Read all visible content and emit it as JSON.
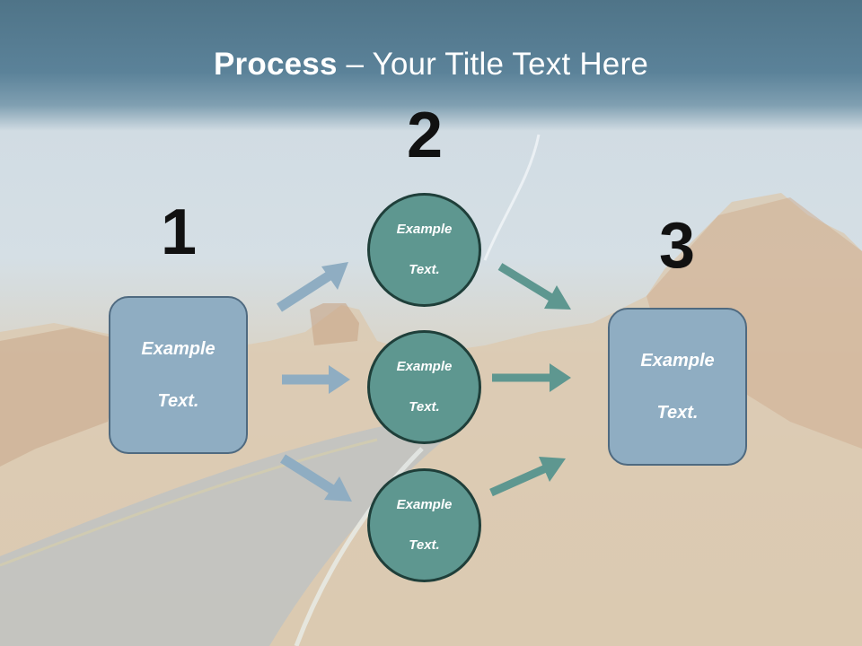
{
  "slide": {
    "title_bold": "Process",
    "title_rest": " – Your Title Text Here"
  },
  "steps": {
    "step1": "1",
    "step2": "2",
    "step3": "3"
  },
  "nodes": {
    "left_box": {
      "line1": "Example",
      "line2": "Text."
    },
    "circle_top": {
      "line1": "Example",
      "line2": "Text."
    },
    "circle_middle": {
      "line1": "Example",
      "line2": "Text."
    },
    "circle_bottom": {
      "line1": "Example",
      "line2": "Text."
    },
    "right_box": {
      "line1": "Example",
      "line2": "Text."
    }
  },
  "colors": {
    "banner": "#5b8299",
    "box_fill": "#8fadc2",
    "circle_fill": "#5e9790",
    "arrow_left": "#8fadc2",
    "arrow_right": "#5e9790"
  }
}
